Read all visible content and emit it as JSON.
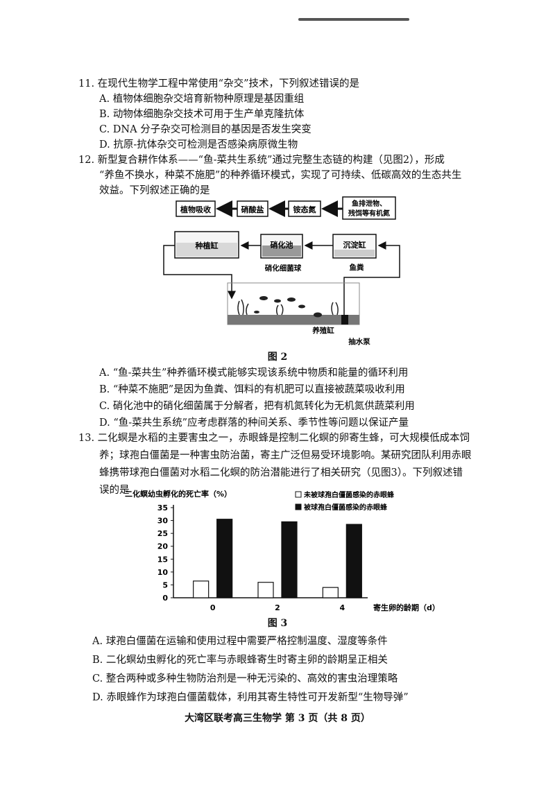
{
  "q11": {
    "stem": "11. 在现代生物学工程中常使用“杂交”技术，下列叙述错误的是",
    "options": [
      "A. 植物体细胞杂交培育新物种原理是基因重组",
      "B. 动物体细胞杂交技术可用于生产单克隆抗体",
      "C. DNA 分子杂交可检测目的基因是否发生突变",
      "D. 抗原-抗体杂交可检测是否感染病原微生物"
    ]
  },
  "q12": {
    "stem_line1": "12.  新型复合耕作体系——“鱼-菜共生系统”通过完整生态链的构建（见图2），形成",
    "stem_line2": "“养鱼不换水，种菜不施肥”的种养循环模式，实现了可持续、低碳高效的生态共生",
    "stem_line3": "效益。下列叙述正确的是",
    "diagram": {
      "box_plant": "植物吸收",
      "box_nitrate": "硝酸盐",
      "box_ammonium": "铵态氮",
      "box_fish_waste_1": "鱼排泄物、",
      "box_fish_waste_2": "残饵等有机氮",
      "tank_planting": "种植缸",
      "tank_nitrify": "硝化池",
      "tank_sediment": "沉淀缸",
      "label_bacteria_ball": "硝化细菌球",
      "label_fish_feces": "鱼粪",
      "label_breeding_tank": "养殖缸",
      "label_pump": "抽水泵"
    },
    "figure_caption": "图 2",
    "options": [
      "A.  “鱼-菜共生”种养循环模式能够实现该系统中物质和能量的循环利用",
      "B.  “种菜不施肥”是因为鱼粪、饵料的有机肥可以直接被蔬菜吸收利用",
      "C.  硝化池中的硝化细菌属于分解者，把有机氮转化为无机氮供蔬菜利用",
      "D.  “鱼-菜共生系统”应考虑群落的种间关系、季节性等问题以保证产量"
    ]
  },
  "q13": {
    "stem_line1": "13.  二化螟是水稻的主要害虫之一，赤眼蜂是控制二化螟的卵寄生蜂，可大规模低成本饲",
    "stem_line2": "养；球孢白僵菌是一种害虫防治菌，寄主广泛但易受环境影响。某研究团队利用赤眼",
    "stem_line3": "蜂携带球孢白僵菌对水稻二化螟的防治潜能进行了相关研究（见图3）。下列叙述错",
    "stem_line4": "误的是",
    "figure_caption": "图 3",
    "options": [
      "A. 球孢白僵菌在运输和使用过程中需要严格控制温度、湿度等条件",
      "B. 二化螟幼虫孵化的死亡率与赤眼蜂寄生时寄主卵的龄期呈正相关",
      "C. 整合两种或多种生物防治剂是一种无污染的、高效的害虫治理策略",
      "D. 赤眼蜂作为球孢白僵菌载体，利用其寄生特性可开发新型“生物导弹”"
    ]
  },
  "chart_data": {
    "type": "bar",
    "ylabel": "二化螟幼虫孵化的死亡率（%）",
    "xlabel": "寄生卵的龄期（d）",
    "categories": [
      "0",
      "2",
      "4"
    ],
    "ylim": [
      0,
      35
    ],
    "yticks": [
      0,
      5,
      10,
      15,
      20,
      25,
      30,
      35
    ],
    "legend_position": "top-right",
    "series": [
      {
        "name": "未被球孢白僵菌感染的赤眼蜂",
        "values": [
          6.5,
          6,
          4
        ],
        "color": "#ffffff"
      },
      {
        "name": "被球孢白僵菌感染的赤眼蜂",
        "values": [
          30.5,
          29.5,
          28.5
        ],
        "color": "#111111"
      }
    ]
  },
  "footer": "大湾区联考高三生物学 第 3 页（共 8 页）"
}
